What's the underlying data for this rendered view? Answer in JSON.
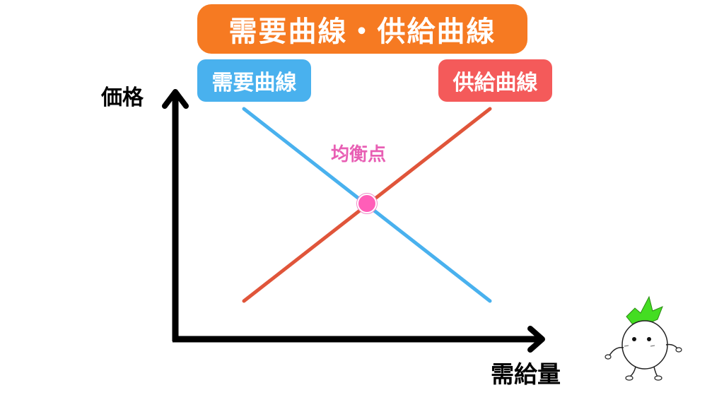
{
  "title": "需要曲線・供給曲線",
  "tags": {
    "demand": {
      "label": "需要曲線",
      "color": "#49b1ee"
    },
    "supply": {
      "label": "供給曲線",
      "color": "#f45a5a"
    }
  },
  "axes": {
    "y_label": "価格",
    "x_label": "需給量"
  },
  "equilibrium": {
    "label": "均衡点",
    "color": "#ff5eb8"
  },
  "colors": {
    "title_bg": "#f67a22",
    "demand_line": "#49b1ee",
    "supply_line": "#e0553a",
    "axis": "#000000",
    "mascot_leaf": "#44dd22"
  },
  "chart_data": {
    "type": "line",
    "title": "需要曲線・供給曲線",
    "xlabel": "需給量",
    "ylabel": "価格",
    "series": [
      {
        "name": "需要曲線",
        "points": [
          [
            1,
            9
          ],
          [
            9,
            1
          ]
        ],
        "trend": "downward"
      },
      {
        "name": "供給曲線",
        "points": [
          [
            1,
            1
          ],
          [
            9,
            9
          ]
        ],
        "trend": "upward"
      }
    ],
    "annotations": [
      {
        "text": "均衡点",
        "x": 5,
        "y": 5
      }
    ],
    "grid": false,
    "ticks": "none"
  }
}
